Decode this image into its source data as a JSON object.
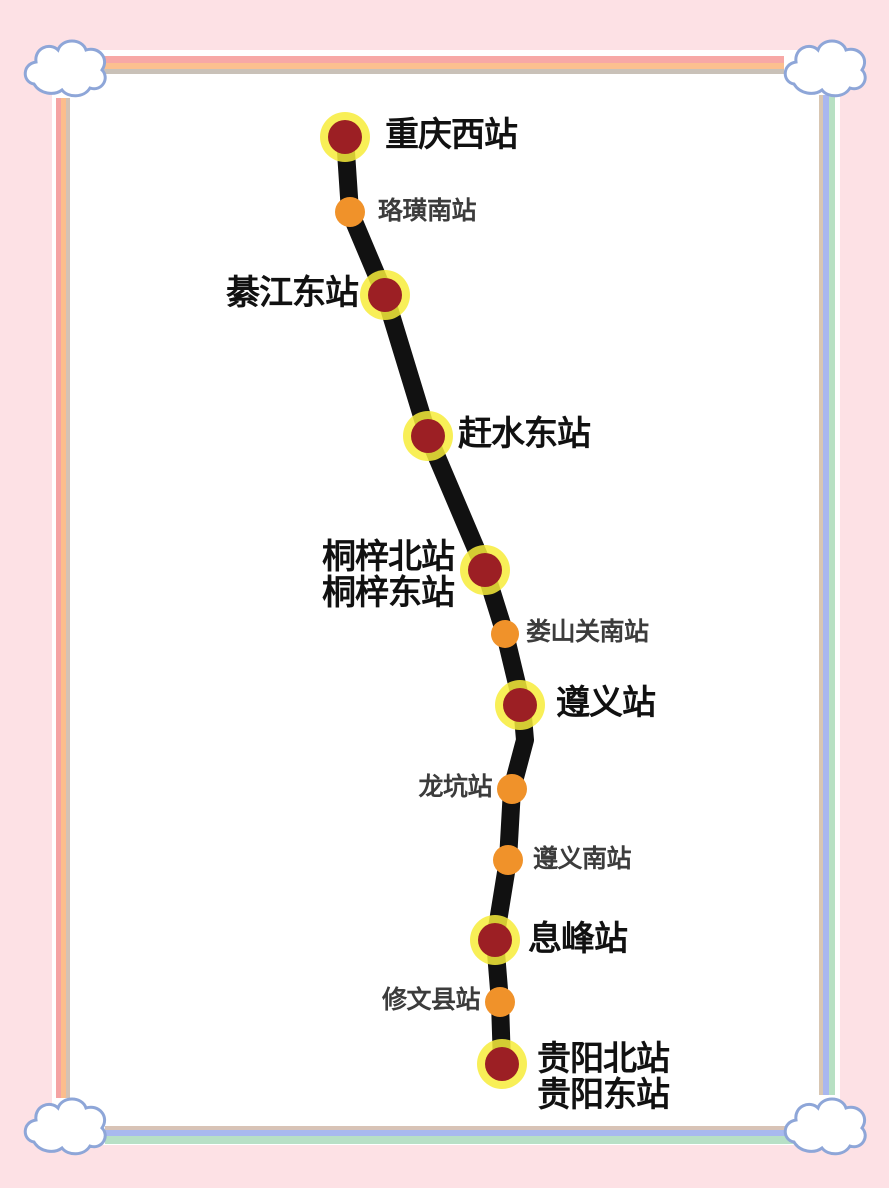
{
  "map": {
    "type": "railway-line-diagram",
    "colors": {
      "background": "#fde1e5",
      "line": "#111111",
      "major_station_fill": "#9c1f24",
      "major_station_ring": "#f7ec3a",
      "minor_station_fill": "#f0922a",
      "cloud_stroke": "#8ea6d8"
    },
    "stations": [
      {
        "id": "chongqing-west",
        "type": "major",
        "labels": [
          "重庆西站"
        ],
        "side": "right"
      },
      {
        "id": "luohuang-south",
        "type": "minor",
        "labels": [
          "珞璜南站"
        ],
        "side": "right"
      },
      {
        "id": "qijiang-east",
        "type": "major",
        "labels": [
          "綦江东站"
        ],
        "side": "left"
      },
      {
        "id": "ganshui-east",
        "type": "major",
        "labels": [
          "赶水东站"
        ],
        "side": "right"
      },
      {
        "id": "tongzi-north-east",
        "type": "major",
        "labels": [
          "桐梓北站",
          "桐梓东站"
        ],
        "side": "left"
      },
      {
        "id": "loushanguan-south",
        "type": "minor",
        "labels": [
          "娄山关南站"
        ],
        "side": "right"
      },
      {
        "id": "zunyi",
        "type": "major",
        "labels": [
          "遵义站"
        ],
        "side": "right"
      },
      {
        "id": "longkeng",
        "type": "minor",
        "labels": [
          "龙坑站"
        ],
        "side": "left"
      },
      {
        "id": "zunyi-south",
        "type": "minor",
        "labels": [
          "遵义南站"
        ],
        "side": "right"
      },
      {
        "id": "xifeng",
        "type": "major",
        "labels": [
          "息峰站"
        ],
        "side": "right"
      },
      {
        "id": "xiuwen-county",
        "type": "minor",
        "labels": [
          "修文县站"
        ],
        "side": "left"
      },
      {
        "id": "guiyang-north-east",
        "type": "major",
        "labels": [
          "贵阳北站",
          "贵阳东站"
        ],
        "side": "right"
      }
    ]
  },
  "decorations": {
    "corner_icons": [
      "cloud-icon",
      "cloud-icon",
      "cloud-icon",
      "cloud-icon"
    ]
  }
}
